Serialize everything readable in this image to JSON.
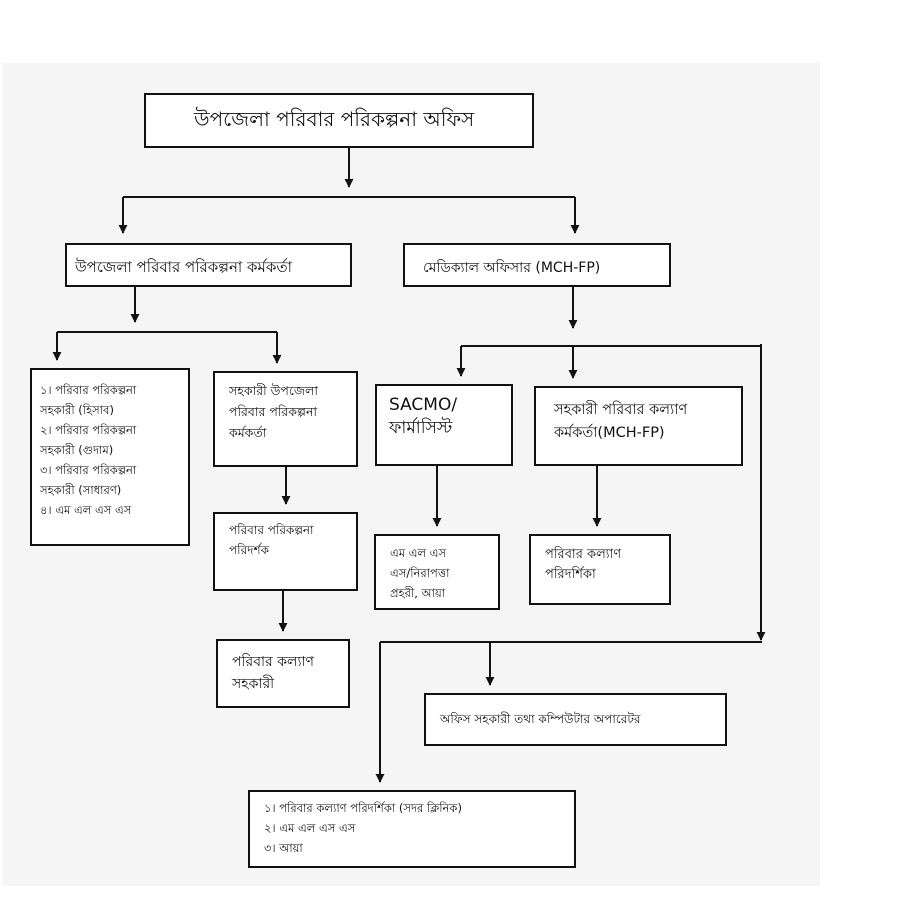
{
  "diagram": {
    "root": {
      "title": "উপজেলা পরিবার পরিকল্পনা অফিস"
    },
    "upazila_fp_officer": {
      "title": "উপজেলা পরিবার পরিকল্পনা কর্মকর্তা"
    },
    "medical_officer": {
      "title": "মেডিক্যাল অফিসার (MCH-FP)"
    },
    "fp_assistants": {
      "lines": "১। পরিবার পরিকল্পনা\nসহকারী (হিসাব)\n২। পরিবার পরিকল্পনা\nসহকারী (গুদাম)\n৩। পরিবার পরিকল্পনা\nসহকারী (সাধারণ)\n৪। এম এল এস এস"
    },
    "asst_upazila_fp_officer": {
      "lines": "সহকারী উপজেলা\nপরিবার পরিকল্পনা\nকর্মকর্তা"
    },
    "fp_inspector": {
      "lines": "পরিবার পরিকল্পনা\nপরিদর্শক"
    },
    "fw_assistant": {
      "lines": "পরিবার কল্যাণ\nসহকারী"
    },
    "sacmo": {
      "lines": "SACMO/\nফার্মাসিস্ট"
    },
    "asst_fw_officer": {
      "lines": "সহকারী পরিবার কল্যাণ\nকর্মকর্তা(MCH-FP)"
    },
    "mlss_guard": {
      "lines": "এম এল এস\nএস/নিরাপত্তা\nপ্রহরী, আয়া"
    },
    "fw_visitor": {
      "lines": "পরিবার কল্যাণ\nপরিদর্শিকা"
    },
    "office_assistant": {
      "title": "অফিস সহকারী তথা কম্পিউটার অপারেটর"
    },
    "sadar_clinic": {
      "lines": "১। পরিবার কল্যাণ পরিদর্শিকা (সদর ক্লিনিক)\n২। এম এল এস এস\n৩। আয়া"
    }
  },
  "colors": {
    "line": "#111111",
    "panel": "#f5f5f5",
    "box": "#ffffff"
  }
}
